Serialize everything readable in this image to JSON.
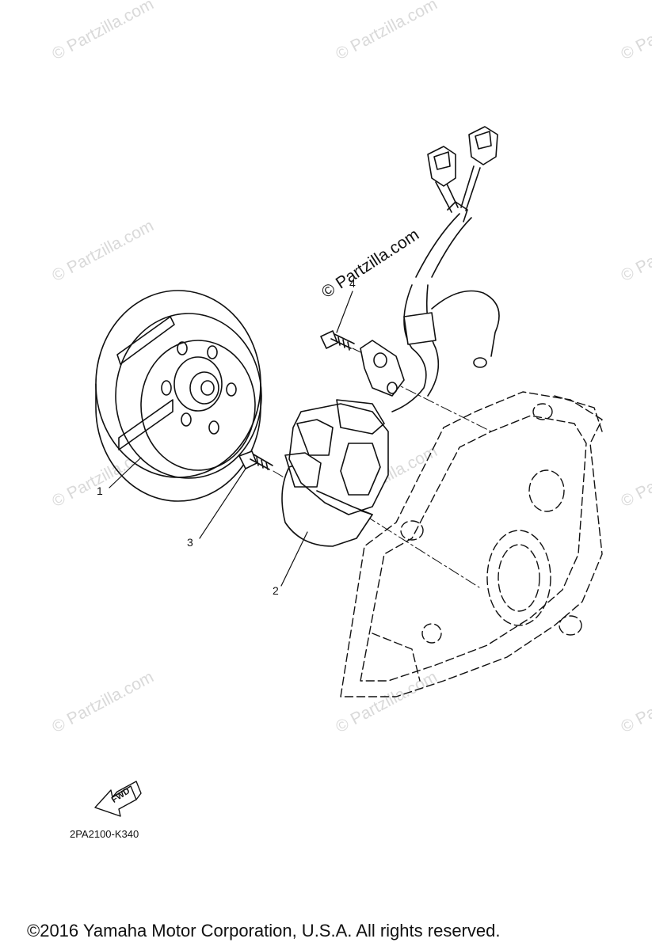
{
  "watermark": "© Partzilla.com",
  "stamp": "© Partzilla.com",
  "callouts": [
    "1",
    "2",
    "3",
    "4"
  ],
  "direction_label": "FWD",
  "part_code": "2PA2100-K340",
  "copyright": "©2016  Yamaha Motor Corporation, U.S.A. All rights reserved.",
  "icons": [
    "flywheel-rotor",
    "stator-coil",
    "screw",
    "pickup-coil",
    "crankcase-cover",
    "wire-harness",
    "connector",
    "fwd-arrow"
  ]
}
